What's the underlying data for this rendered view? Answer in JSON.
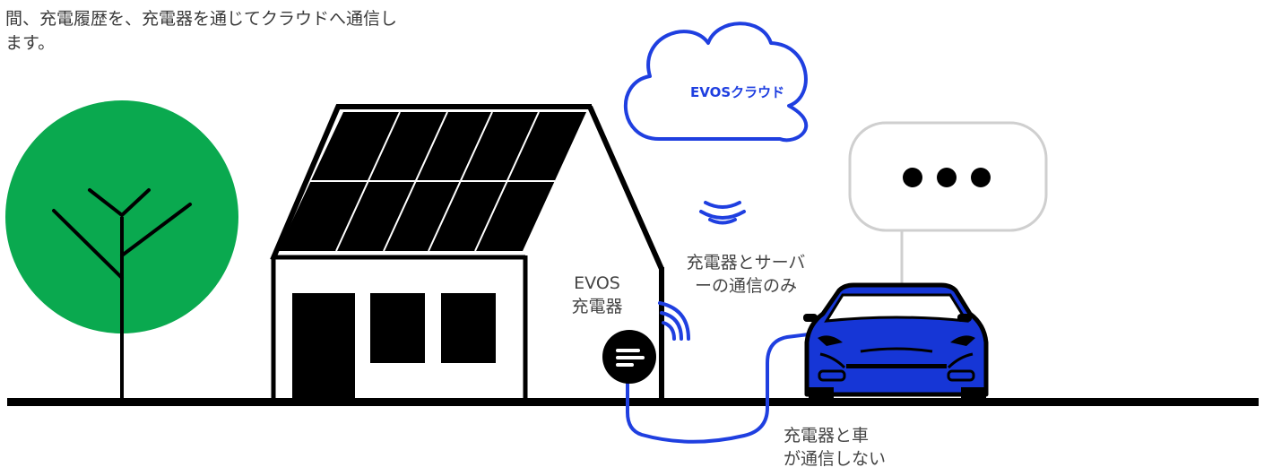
{
  "intro": {
    "line1": "間、充電履歴を、充電器を通じてクラウドへ通信し",
    "line2": "ます。"
  },
  "cloud": {
    "label": "EVOSクラウド"
  },
  "charger": {
    "line1": "EVOS",
    "line2": "充電器"
  },
  "server_comm": {
    "line1": "充電器とサーバ",
    "line2": "ーの通信のみ"
  },
  "car_comm": {
    "line1": "充電器と車",
    "line2": "が通信しない"
  },
  "colors": {
    "accent_blue": "#1f3fe0",
    "tree_green": "#0aa94f",
    "car_blue": "#1636d6",
    "bubble_border": "#cfcfcf"
  },
  "icons": [
    "tree-icon",
    "house-icon",
    "solar-panel-icon",
    "cloud-icon",
    "wifi-signal-icon",
    "charger-icon",
    "car-icon",
    "speech-bubble-icon"
  ]
}
